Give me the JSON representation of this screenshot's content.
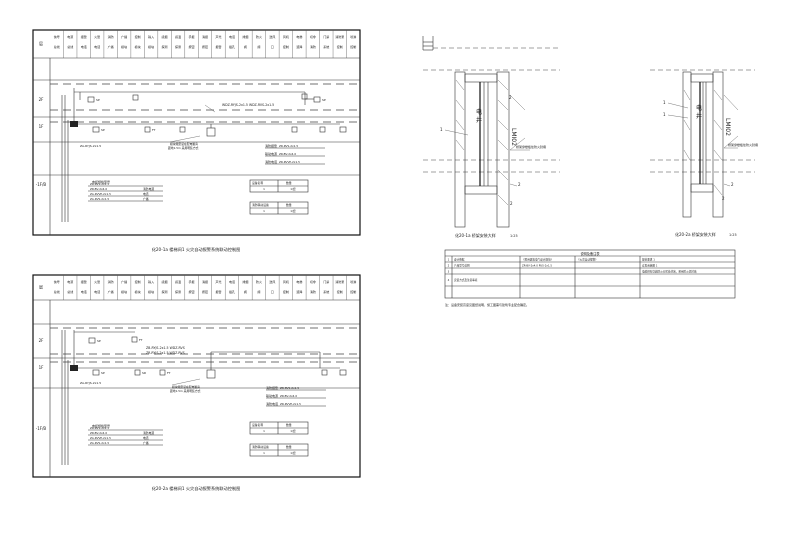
{
  "diagram_a": {
    "header_cells": [
      [
        "层",
        ""
      ],
      [
        "信号",
        "总线"
      ],
      [
        "电源",
        "总线"
      ],
      [
        "报警",
        "电话"
      ],
      [
        "火警",
        "电话"
      ],
      [
        "消防",
        "广播"
      ],
      [
        "广播",
        "模块"
      ],
      [
        "控制",
        "模块"
      ],
      [
        "输入",
        "模块"
      ],
      [
        "感烟",
        "探测"
      ],
      [
        "感温",
        "探测"
      ],
      [
        "手报",
        "按钮"
      ],
      [
        "消报",
        "按钮"
      ],
      [
        "声光",
        "报警"
      ],
      [
        "电话",
        "插孔"
      ],
      [
        "排烟",
        "阀"
      ],
      [
        "防火",
        "阀"
      ],
      [
        "送风",
        "口"
      ],
      [
        "风机",
        "控制"
      ],
      [
        "电梯",
        "迫降"
      ],
      [
        "切非",
        "消防"
      ],
      [
        "门禁",
        "系统"
      ],
      [
        "消防泵",
        "控制"
      ],
      [
        "喷淋",
        "控制"
      ]
    ],
    "floors": [
      "2F",
      "1F",
      "-1F/B"
    ],
    "cable_label": "WDZ-RYJS-2x1.5 WDZ-RVS-2x1.5",
    "cable_label_2": "ZA-RYJS-2x1.5",
    "module_note": [
      "模块箱安装在配电箱旁",
      "距地1.5m 采用明装方式"
    ],
    "legend_items": [
      {
        "name": "消防报警",
        "spec": "ZR-RVS-2x1.5"
      },
      {
        "name": "联动电源",
        "spec": "ZR-BV-2x4.0"
      },
      {
        "name": "消防电话",
        "spec": "ZR-RVVP-2x1.5"
      }
    ],
    "left_list_title": "电缆规格型号",
    "left_list": [
      {
        "spec": "ZR-RVS-2x1.5",
        "label": ""
      },
      {
        "spec": "ZR-BV-2x4.0",
        "label": "消防电源"
      },
      {
        "spec": "ZA-RVVP-2x1.5",
        "label": "电话"
      },
      {
        "spec": "ZA-RVS-2x1.5",
        "label": "广播"
      }
    ],
    "table1_header": [
      "设备名称",
      "数量"
    ],
    "table1_rows": [
      [
        "1",
        "1/套"
      ]
    ],
    "table2_header": [
      "消防联动设备",
      "数量"
    ],
    "table2_rows": [
      [
        "1",
        "1/套"
      ]
    ],
    "caption": "化20-1a 楼梯间1 火灾自动报警系统联动控制图"
  },
  "diagram_b": {
    "caption": "化20-2a 楼梯间1 火灾自动报警系统联动控制图",
    "cable_top": "ZB-RYJS-2x1.5 WDZ-RVS",
    "cable_top_2": "ZR-RYJS-2x1.5 WDZ-RVS"
  },
  "section_1": {
    "title_chars": [
      "电",
      "井"
    ],
    "dims": [
      "1",
      "2",
      "2",
      "2"
    ],
    "vertical_label": "LMI02",
    "note": "桥架穿楼板处防火封堵",
    "caption": "化20-1a 桥架安装大样",
    "scale": "1:25"
  },
  "section_2": {
    "title_chars": [
      "电",
      "井"
    ],
    "dims": [
      "1",
      "1",
      "2",
      "2"
    ],
    "vertical_label": "LMI02",
    "note": "桥架穿楼板处防火封堵",
    "caption": "化20-2a 桥架安装大样",
    "scale": "1:25"
  },
  "notes_table": {
    "title": "说明及备注表",
    "rows": [
      [
        "1",
        "设计依据",
        "《民用建筑电气设计规范》",
        "《火灾自动报警》",
        "规范要求 1"
      ],
      [
        "2",
        "产品型号说明",
        "ZR-BV-2x4.0 RVS-2x1.5",
        "",
        "详见系统图 1"
      ],
      [
        "3",
        "",
        "",
        "",
        "电缆桥架穿越防火分区处封堵，采用防火泥封堵"
      ],
      [
        "4",
        "安装方式及注意事项",
        "",
        "",
        ""
      ]
    ],
    "footnote": "注：设备安装高度见图纸说明，施工图需与建筑专业配合确定。"
  }
}
